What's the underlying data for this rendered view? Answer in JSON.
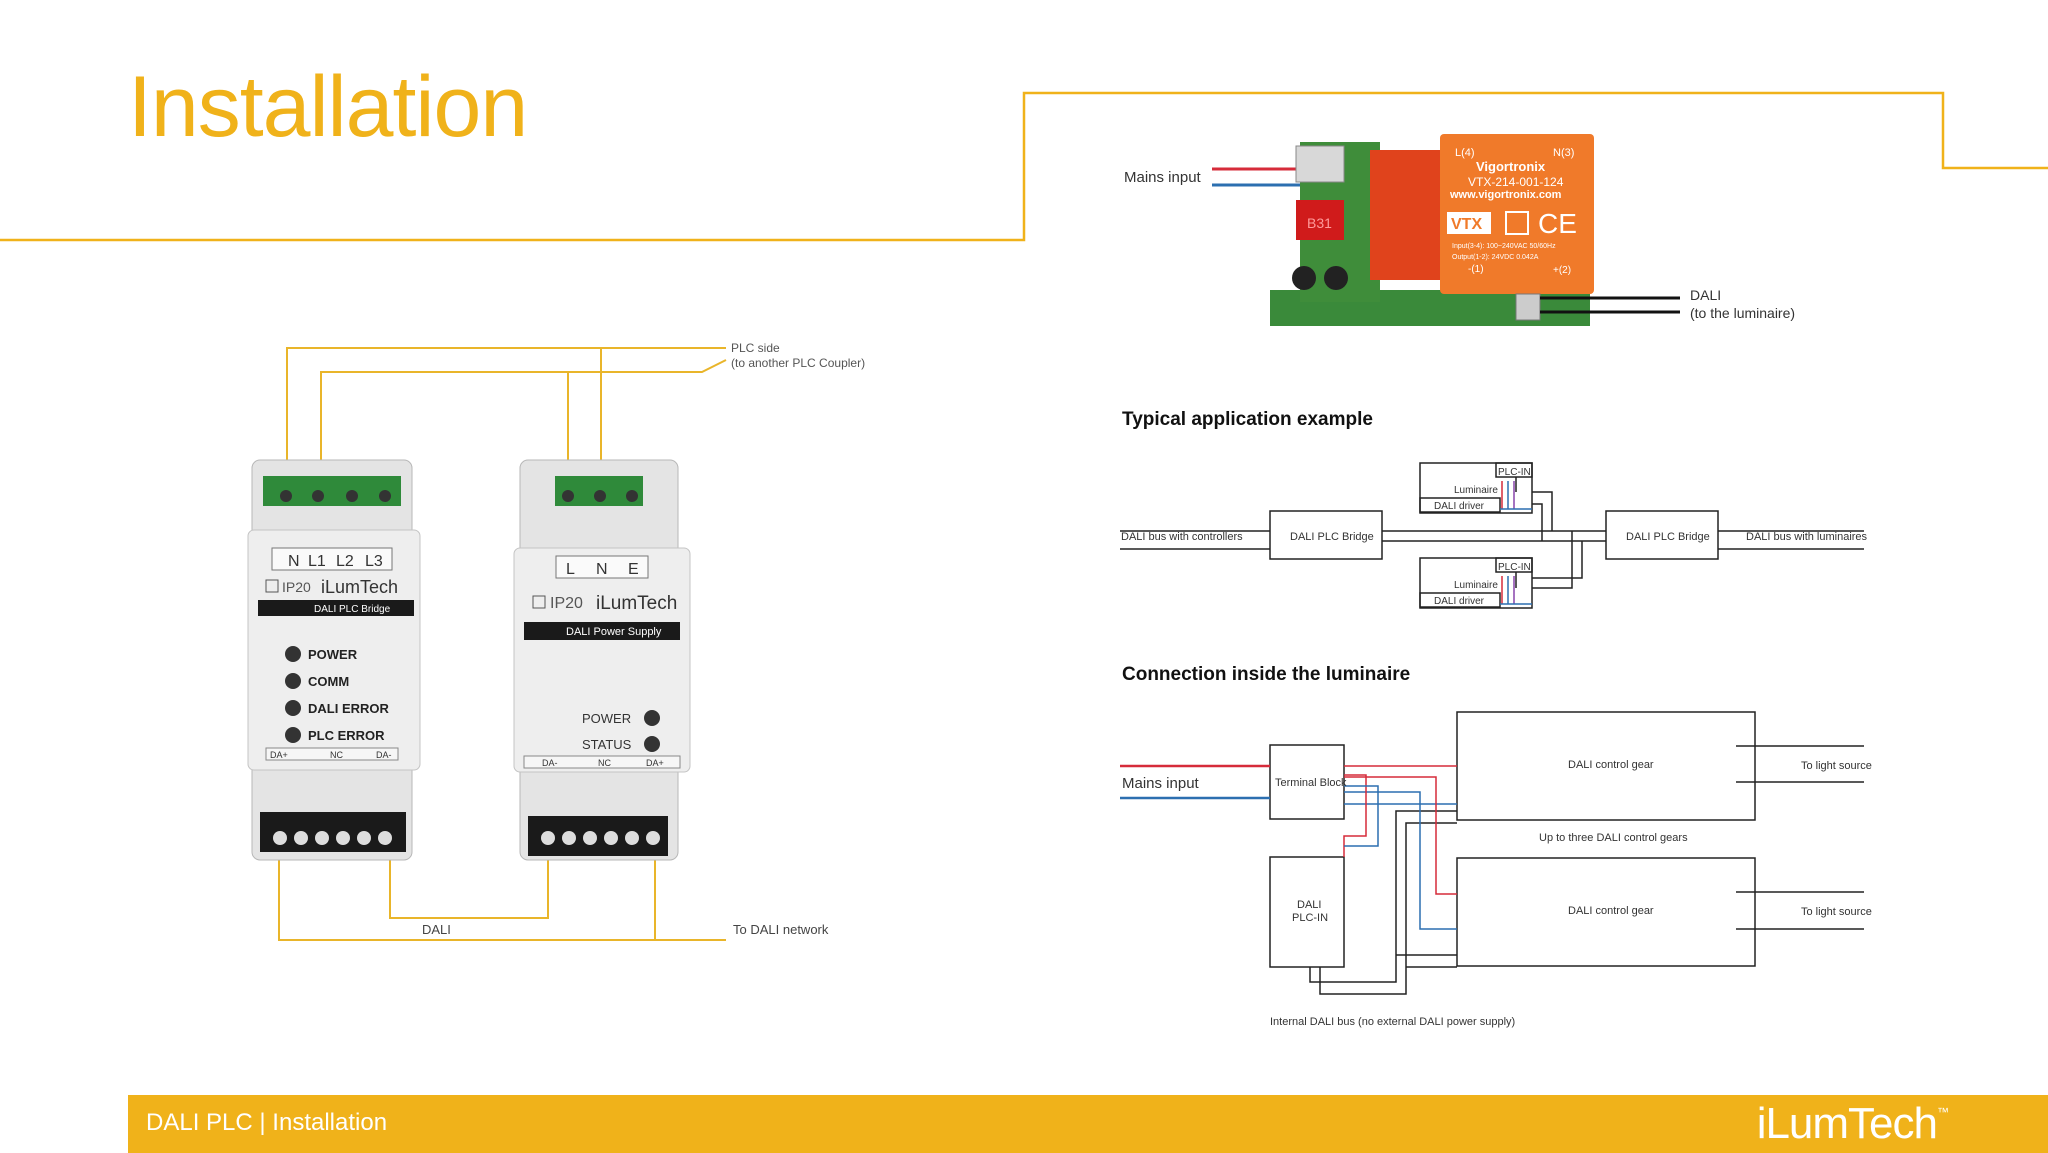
{
  "title": "Installation",
  "footer": {
    "section": "DALI PLC",
    "separator": "|",
    "page": "Installation",
    "logo": "iLumTech",
    "logo_mark": "™"
  },
  "left_figure": {
    "plc_side": "PLC side",
    "plc_side_sub": "(to another PLC Coupler)",
    "dali": "DALI",
    "to_dali": "To DALI  network",
    "bridge": {
      "terminals": [
        "N",
        "L1",
        "L2",
        "L3"
      ],
      "ip": "IP20",
      "brand": "iLumTech",
      "model": "DALI PLC Bridge",
      "leds": [
        "POWER",
        "COMM",
        "DALI ERROR",
        "PLC ERROR"
      ],
      "bottom": [
        "DA+",
        "NC",
        "DA-"
      ]
    },
    "psu": {
      "terminals": [
        "L",
        "N",
        "E"
      ],
      "ip": "IP20",
      "brand": "iLumTech",
      "model": "DALI Power Supply",
      "leds": [
        "POWER",
        "STATUS"
      ],
      "bottom": [
        "DA-",
        "NC",
        "DA+"
      ]
    }
  },
  "module": {
    "mains_input": "Mains input",
    "dali": "DALI",
    "dali_sub": "(to the luminaire)",
    "brand": "Vigortronix",
    "part": "VTX-214-001-124",
    "url": "www.vigortronix.com",
    "pin_l": "L(4)",
    "pin_n": "N(3)",
    "logo": "VTX",
    "ce": "CE",
    "spec1": "Input(3-4): 100~240VAC 50/60Hz",
    "spec2": "Output(1-2): 24VDC 0.042A",
    "pin_minus": "-(1)",
    "pin_plus": "+(2)"
  },
  "typical": {
    "heading": "Typical application example",
    "bus_controllers": "DALI bus with controllers",
    "bridge_left": "DALI PLC Bridge",
    "bridge_right": "DALI PLC Bridge",
    "bus_luminaires": "DALI bus with luminaires",
    "plc_in": "PLC-IN",
    "luminaire": "Luminaire",
    "dali_driver": "DALI driver"
  },
  "connection": {
    "heading": "Connection inside the luminaire",
    "mains_input": "Mains input",
    "terminal_block": "Terminal Block",
    "gear_top": "DALI control gear",
    "gear_bottom": "DALI control gear",
    "to_light_top": "To light source",
    "to_light_bottom": "To light source",
    "up_to_three": "Up to three DALI control gears",
    "plc_in_line1": "DALI",
    "plc_in_line2": "PLC-IN",
    "internal_bus": "Internal DALI bus (no external DALI power supply)"
  },
  "colors": {
    "accent": "#f0b21a",
    "mains_red": "#d62b3a",
    "mains_blue": "#2c6fb0"
  }
}
